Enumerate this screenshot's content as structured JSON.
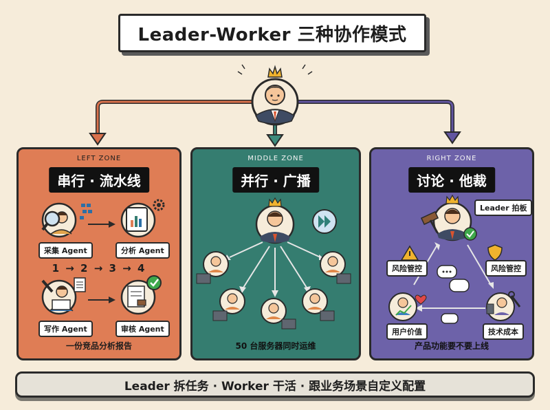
{
  "title": "Leader-Worker 三种协作模式",
  "zones": {
    "left": {
      "caption": "LEFT ZONE",
      "title": "串行 · 流水线",
      "agents": [
        "采集 Agent",
        "分析 Agent",
        "写作 Agent",
        "审核 Agent"
      ],
      "sequence": "1 → 2 → 3 → 4",
      "footer": "一份竞品分析报告"
    },
    "middle": {
      "caption": "MIDDLE ZONE",
      "title": "并行 · 广播",
      "footer": "50 台服务器同时运维"
    },
    "right": {
      "caption": "RIGHT ZONE",
      "title": "讨论 · 他裁",
      "leader_tag": "Leader 拍板",
      "tags": [
        "风险管控",
        "风险管控",
        "用户价值",
        "技术成本"
      ],
      "footer": "产品功能要不要上线"
    }
  },
  "banner": "Leader 拆任务 · Worker 干活 · 跟业务场景自定义配置",
  "colors": {
    "background": "#f6ecda",
    "left_zone": "#df7d55",
    "middle_zone": "#357d70",
    "right_zone": "#6d62a9",
    "left_arrow": "#d9714c",
    "middle_arrow": "#3d8b7c",
    "right_arrow": "#6255a0"
  }
}
